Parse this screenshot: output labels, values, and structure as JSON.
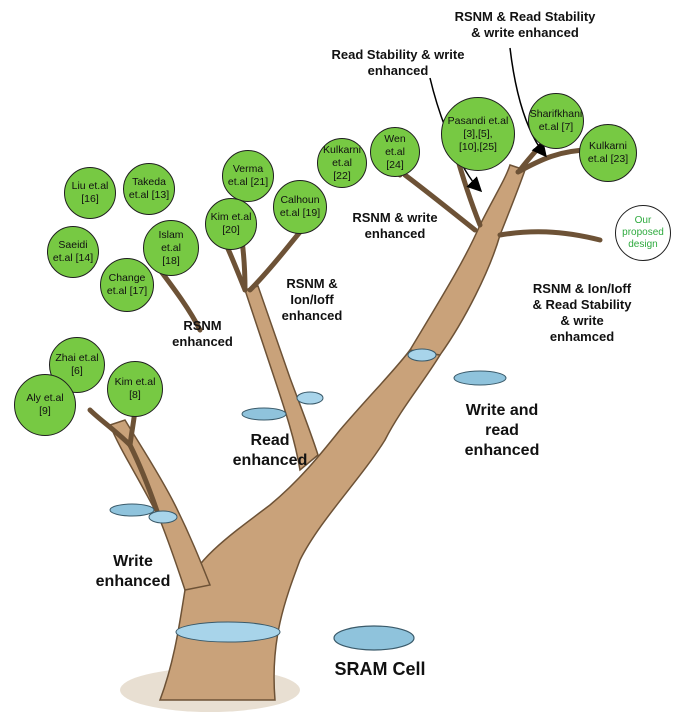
{
  "papers": {
    "liu": "Liu et.al\n[16]",
    "takeda": "Takeda\net.al [13]",
    "saeidi": "Saeidi\net.al [14]",
    "islam": "Islam et.al\n[18]",
    "change": "Change\net.al [17]",
    "verma": "Verma\net.al [21]",
    "kim20": "Kim et.al\n[20]",
    "calhoun": "Calhoun\net.al [19]",
    "kulkarni22": "Kulkarni\net.al [22]",
    "wen": "Wen et.al\n[24]",
    "pasandi": "Pasandi et.al\n[3],[5],\n[10],[25]",
    "sharifkhani": "Sharifkhani\net.al [7]",
    "kulkarni23": "Kulkarni\net.al [23]",
    "zhai": "Zhai et.al\n[6]",
    "kim8": "Kim et.al\n[8]",
    "aly": "Aly et.al\n[9]",
    "ours": "Our\nproposed\ndesign"
  },
  "labels": {
    "rsnm_read_write": "RSNM & Read Stability\n& write enhanced",
    "read_write": "Read Stability & write\nenhanced",
    "rsnm_write": "RSNM & write\nenhanced",
    "rsnm_ion": "RSNM &\nIon/Ioff\nenhanced",
    "rsnm": "RSNM\nenhanced",
    "rsnm_all": "RSNM & Ion/Ioff\n& Read Stability\n& write\nenhamced",
    "write_read": "Write and\nread\nenhanced",
    "read": "Read\nenhanced",
    "write": "Write\nenhanced",
    "sram": "SRAM Cell"
  },
  "colors": {
    "node_fill": "#77c943",
    "node_border": "#1f1f1f",
    "ours_text": "#2eaa3e",
    "bark": "#c9a27a",
    "bark_dark": "#8a6a48",
    "cut_ring": "#a8d4ea",
    "cut_top": "#8fc3dc"
  }
}
